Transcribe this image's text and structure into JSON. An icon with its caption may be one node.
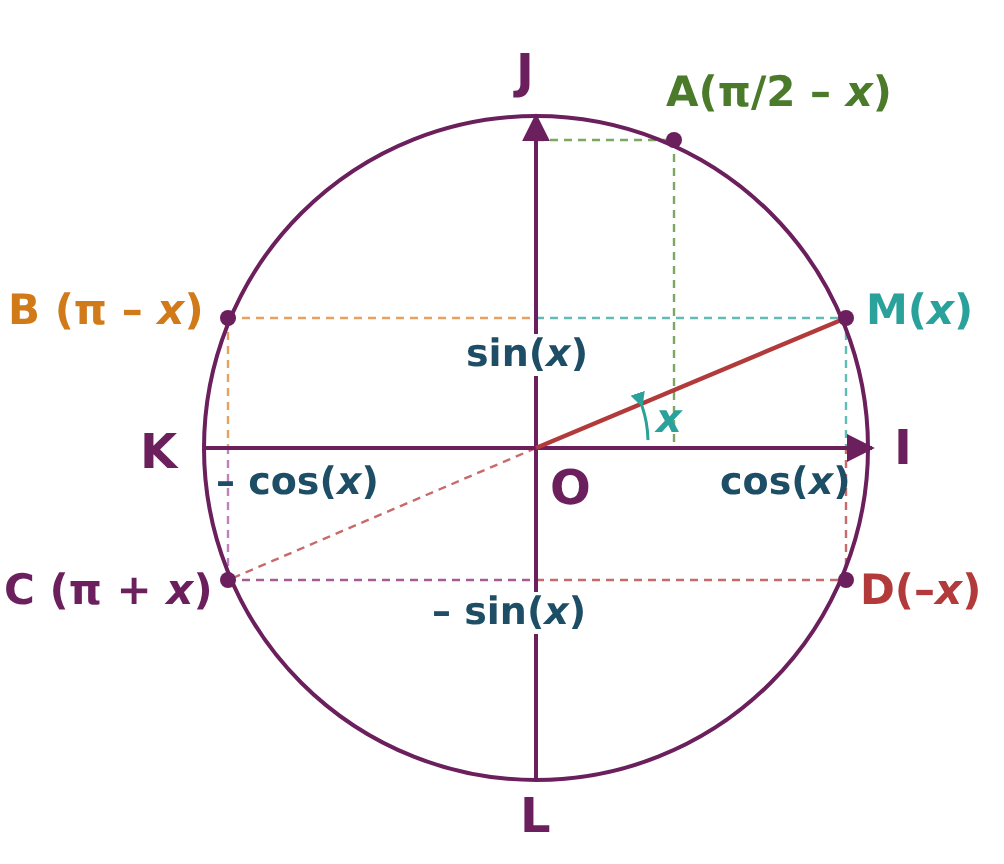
{
  "diagram": {
    "labels": [
      "J",
      "A(π/2 – *x*)",
      "B (π – *x*)",
      "M(*x*)",
      "sin(*x*)",
      "K",
      "*x*",
      "I",
      "– cos(*x*)",
      "O",
      "cos(*x*)",
      "C (π + *x*)",
      "– sin(*x*)",
      "D(–*x*)",
      "L"
    ]
  }
}
